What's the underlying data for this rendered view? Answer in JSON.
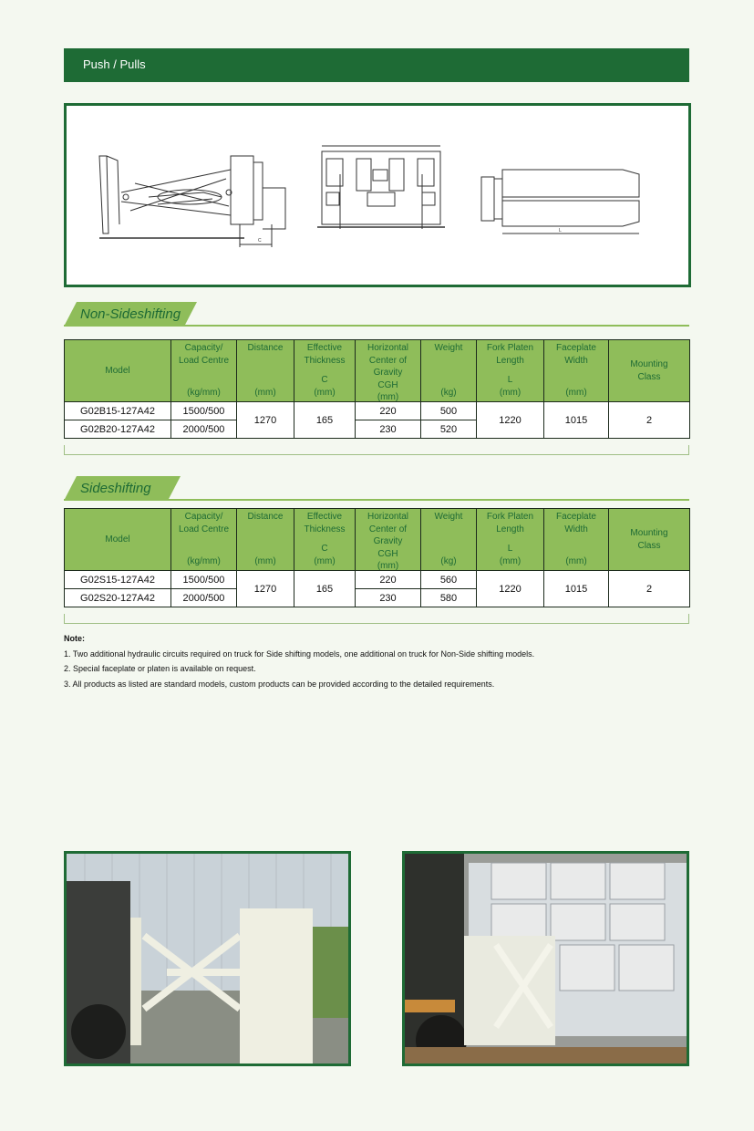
{
  "header": {
    "title": "Push / Pulls"
  },
  "diagram": {
    "dim_c": "C",
    "dim_l": "L"
  },
  "sections": {
    "non_sideshifting": "Non-Sideshifting",
    "sideshifting": "Sideshifting"
  },
  "columns": {
    "model": "Model",
    "capacity": [
      "Capacity/",
      "Load Centre"
    ],
    "capacity_unit": "(kg/mm)",
    "distance": "Distance",
    "distance_unit": "(mm)",
    "thickness": [
      "Effective",
      "Thickness",
      "",
      "C"
    ],
    "thickness_unit": "(mm)",
    "cgh": [
      "Horizontal",
      "Center of",
      "Gravity",
      "CGH"
    ],
    "cgh_unit": "(mm)",
    "weight": "Weight",
    "weight_unit": "(kg)",
    "fork": [
      "Fork Platen",
      "Length",
      "",
      "L"
    ],
    "fork_unit": "(mm)",
    "faceplate": [
      "Faceplate",
      "Width"
    ],
    "faceplate_unit": "(mm)",
    "mounting": [
      "Mounting",
      "Class"
    ]
  },
  "table1": {
    "rows": [
      {
        "model": "G02B15-127A42",
        "capacity": "1500/500",
        "cgh": "220",
        "weight": "500"
      },
      {
        "model": "G02B20-127A42",
        "capacity": "2000/500",
        "cgh": "230",
        "weight": "520"
      }
    ],
    "distance": "1270",
    "thickness": "165",
    "fork": "1220",
    "faceplate": "1015",
    "mounting": "2"
  },
  "table2": {
    "rows": [
      {
        "model": "G02S15-127A42",
        "capacity": "1500/500",
        "cgh": "220",
        "weight": "560"
      },
      {
        "model": "G02S20-127A42",
        "capacity": "2000/500",
        "cgh": "230",
        "weight": "580"
      }
    ],
    "distance": "1270",
    "thickness": "165",
    "fork": "1220",
    "faceplate": "1015",
    "mounting": "2"
  },
  "notes": {
    "title": "Note:",
    "items": [
      "1. Two additional hydraulic circuits required on truck for Side shifting models, one additional on truck for Non-Side shifting models.",
      "2. Special faceplate or platen is available on request.",
      "3. All products as listed are standard models, custom products can be provided according to the detailed requirements."
    ]
  },
  "colors": {
    "dark_green": "#1e6b35",
    "light_green": "#8fbd5a",
    "background": "#f4f8f0"
  }
}
